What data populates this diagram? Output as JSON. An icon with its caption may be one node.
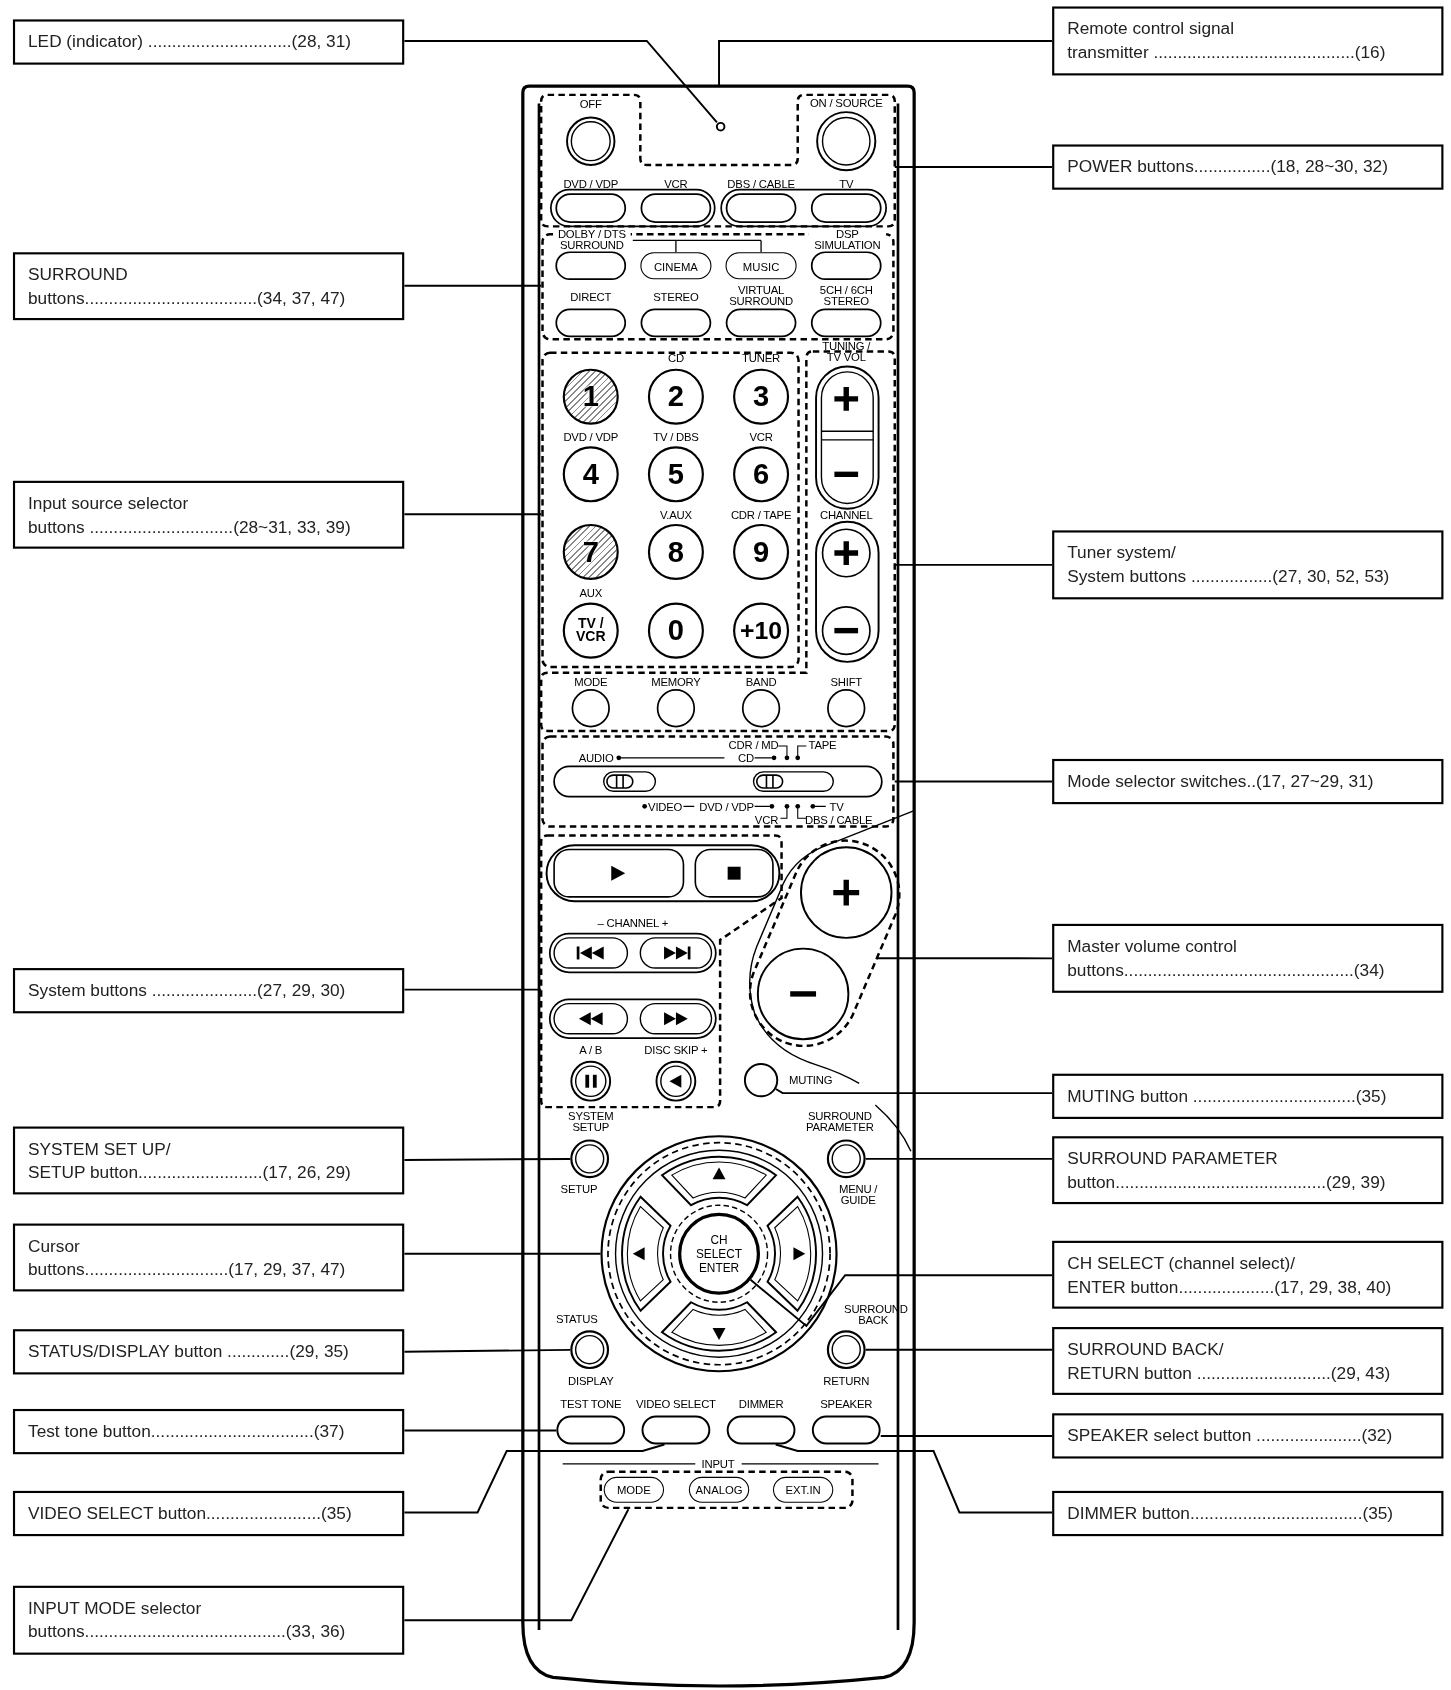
{
  "diagram": {
    "nodes": [
      {
        "text": [],
        "shape": "box"
      },
      {
        "text": [],
        "shape": "circle",
        "in": 0
      },
      {
        "text": [],
        "shape": "box",
        "in": 0
      },
      {
        "text": [],
        "shape": "box",
        "in": 0
      },
      {
        "text": [
          "CINEMA"
        ],
        "in": 3
      },
      {
        "text": [
          "MUSIC"
        ],
        "in": 3
      },
      {
        "text": [],
        "shape": "box",
        "in": 0
      },
      {
        "text": [
          "1"
        ],
        "in": 6
      },
      {
        "text": [
          "2"
        ],
        "in": 6
      },
      {
        "text": [
          "3"
        ],
        "in": 6
      },
      {
        "text": [
          "4"
        ],
        "in": 6
      },
      {
        "text": [
          "5"
        ],
        "in": 6
      },
      {
        "text": [
          "6"
        ],
        "in": 6
      },
      {
        "text": [
          "7"
        ],
        "in": 6
      },
      {
        "text": [
          "8"
        ],
        "in": 6
      },
      {
        "text": [
          "9"
        ],
        "in": 6
      },
      {
        "text": [
          "TV / VCR"
        ],
        "in": 6
      },
      {
        "text": [
          "0"
        ],
        "in": 6
      },
      {
        "text": [
          "+10"
        ],
        "in": 6
      },
      {
        "text": [],
        "shape": "box",
        "in": 0
      },
      {
        "text": [],
        "shape": "box",
        "in": 0
      },
      {
        "text": [],
        "shape": "box",
        "in": 0
      },
      {
        "text": [],
        "shape": "box",
        "in": 0
      },
      {
        "text": [],
        "shape": "circle",
        "in": 0
      },
      {
        "text": [],
        "shape": "circle",
        "in": 0
      },
      {
        "text": [],
        "shape": "circle",
        "in": 0
      },
      {
        "text": [],
        "shape": "circle",
        "in": 0
      },
      {
        "text": [
          "CH SELECT ENTER"
        ],
        "in": 26
      },
      {
        "text": [],
        "shape": "circle",
        "in": 0
      },
      {
        "text": [],
        "shape": "circle",
        "in": 0
      },
      {
        "text": [],
        "shape": "box",
        "in": 0
      },
      {
        "text": [],
        "shape": "box",
        "in": 0
      },
      {
        "text": [],
        "shape": "box",
        "in": 0
      },
      {
        "text": [],
        "shape": "box",
        "in": 0
      },
      {
        "text": [],
        "shape": "box",
        "in": 0
      },
      {
        "text": [
          "MODE"
        ],
        "in": 34
      },
      {
        "text": [
          "ANALOG"
        ],
        "in": 34
      },
      {
        "text": [
          "EXT.IN"
        ],
        "in": 34
      },
      {
        "text": [
          "LED (indicator) ..............................(28, 31)"
        ]
      },
      {
        "text": [
          "SURROUND buttons....................................(34, 37, 47)"
        ]
      },
      {
        "text": [
          "Input source selector buttons ..............................(28~31, 33, 39)"
        ]
      },
      {
        "text": [
          "System buttons ......................(27, 29, 30)"
        ]
      },
      {
        "text": [
          "SYSTEM SET UP/ SETUP button..........................(17, 26, 29)"
        ]
      },
      {
        "text": [
          "Cursor buttons..............................(17, 29, 37, 47)"
        ]
      },
      {
        "text": [
          "STATUS/DISPLAY button .............(29, 35)"
        ]
      },
      {
        "text": [
          "Test tone button..................................(37)"
        ]
      },
      {
        "text": [
          "VIDEO SELECT button........................(35)"
        ]
      },
      {
        "text": [
          "INPUT MODE selector buttons..........................................(33, 36)"
        ]
      },
      {
        "text": [
          "Remote control signal transmitter ..........................................(16)"
        ]
      },
      {
        "text": [
          "POWER buttons................(18, 28~30, 32)"
        ]
      },
      {
        "text": [
          "Tuner system/ System buttons .................(27, 30, 52, 53)"
        ]
      },
      {
        "text": [
          "Mode selector switches..(17, 27~29, 31)"
        ]
      },
      {
        "text": [
          "Master volume control buttons................................................(34)"
        ]
      },
      {
        "text": [
          "MUTING button ..................................(35)"
        ]
      },
      {
        "text": [
          "SURROUND PARAMETER button............................................(29, 39)"
        ]
      },
      {
        "text": [
          "CH SELECT (channel select)/ ENTER button....................(17, 29, 38, 40)"
        ]
      },
      {
        "text": [
          "SURROUND BACK/ RETURN button ............................(29, 43)"
        ]
      },
      {
        "text": [
          "SPEAKER select button ......................(32)"
        ]
      },
      {
        "text": [
          "DIMMER button....................................(35)"
        ]
      }
    ],
    "edges": [
      {
        "from": 38,
        "to": 1,
        "arrow": "none"
      },
      {
        "from": 39,
        "to": 3,
        "arrow": "none"
      },
      {
        "from": 40,
        "to": 6,
        "arrow": "none"
      },
      {
        "from": 41,
        "to": 21,
        "arrow": "none"
      },
      {
        "from": 42,
        "to": 24,
        "arrow": "none"
      },
      {
        "from": 43,
        "to": 26,
        "arrow": "none"
      },
      {
        "from": 44,
        "to": 28,
        "arrow": "none"
      },
      {
        "from": 45,
        "to": 30,
        "arrow": "none"
      },
      {
        "from": 46,
        "to": 31,
        "arrow": "none"
      },
      {
        "from": 47,
        "to": 34,
        "arrow": "none"
      },
      {
        "from": 48,
        "to": 0,
        "arrow": "none"
      },
      {
        "from": 49,
        "to": 2,
        "arrow": "none"
      },
      {
        "from": 50,
        "to": 19,
        "arrow": "none"
      },
      {
        "from": 51,
        "to": 20,
        "arrow": "none"
      },
      {
        "from": 52,
        "to": 22,
        "arrow": "none"
      },
      {
        "from": 53,
        "to": 23,
        "arrow": "none"
      },
      {
        "from": 54,
        "to": 25,
        "arrow": "none"
      },
      {
        "from": 55,
        "to": 27,
        "arrow": "none"
      },
      {
        "from": 56,
        "to": 29,
        "arrow": "none"
      },
      {
        "from": 57,
        "to": 33,
        "arrow": "none"
      },
      {
        "from": 58,
        "to": 32,
        "arrow": "none"
      }
    ],
    "labels": [
      "OFF",
      "ON / SOURCE",
      "DVD / VDP",
      "VCR",
      "DBS / CABLE",
      "TV",
      "DOLBY / DTS SURROUND",
      "DSP SIMULATION",
      "DIRECT",
      "STEREO",
      "VIRTUAL SURROUND",
      "5CH / 6CH STEREO",
      "CD",
      "TUNER",
      "TUNING / TV VOL",
      "DVD / VDP",
      "TV / DBS",
      "VCR",
      "V.AUX",
      "CDR / TAPE",
      "CHANNEL",
      "AUX",
      "MODE",
      "MEMORY",
      "BAND",
      "SHIFT",
      "CDR / MD",
      "TAPE",
      "AUDIO",
      "CD",
      "VIDEO",
      "DVD / VDP",
      "TV",
      "VCR",
      "DBS / CABLE",
      "– CHANNEL +",
      "A / B",
      "DISC SKIP +",
      "MUTING",
      "SYSTEM SETUP",
      "SURROUND PARAMETER",
      "SETUP",
      "MENU / GUIDE",
      "STATUS",
      "SURROUND BACK",
      "DISPLAY",
      "RETURN",
      "TEST TONE",
      "VIDEO SELECT",
      "DIMMER",
      "SPEAKER",
      "INPUT"
    ]
  }
}
